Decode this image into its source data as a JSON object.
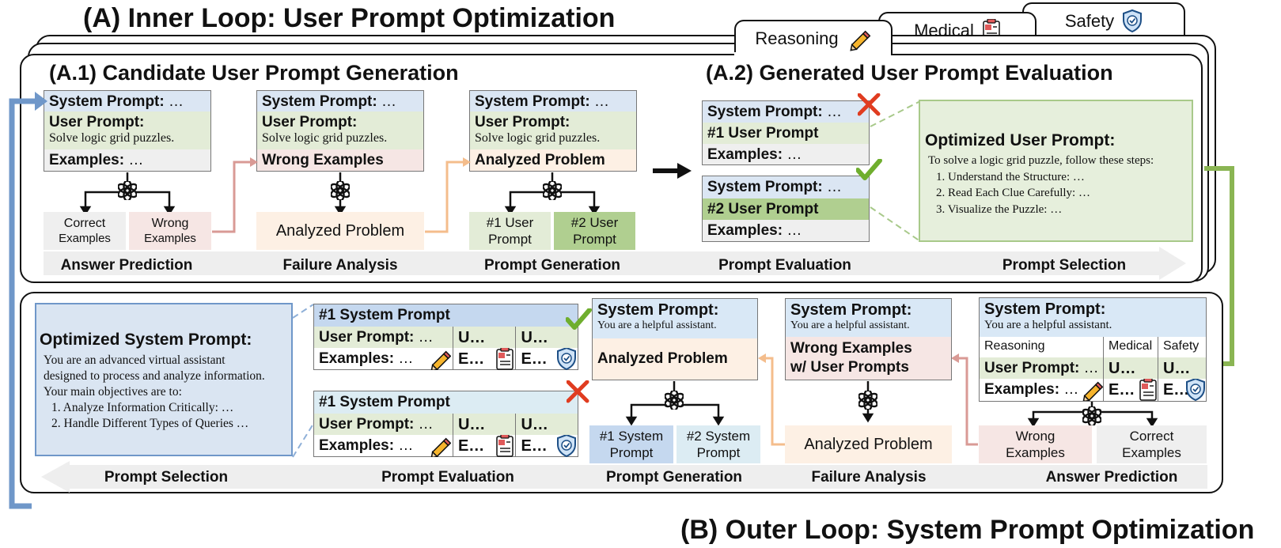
{
  "titles": {
    "inner": "(A) Inner Loop: User Prompt Optimization",
    "outer": "(B) Outer Loop: System Prompt Optimization",
    "a1": "(A.1) Candidate User Prompt Generation",
    "a2": "(A.2) Generated User Prompt Evaluation"
  },
  "tabs": [
    "Reasoning",
    "Medical",
    "Safety"
  ],
  "labels": {
    "system_prompt": "System Prompt:",
    "user_prompt": "User Prompt:",
    "examples": "Examples:",
    "ellipsis": "…",
    "puzzle": "Solve logic grid puzzles.",
    "helpful": "You are a helpful assistant.",
    "wrong_examples": "Wrong Examples",
    "analyzed_problem": "Analyzed Problem",
    "u_short": "U…",
    "e_short": "E…",
    "u_user_1": "#1 User Prompt",
    "u_user_2": "#2 User Prompt",
    "sys_1": "#1 System Prompt",
    "wrong_w_user": [
      "Wrong Examples",
      "w/ User Prompts"
    ],
    "domain_reasoning": "Reasoning",
    "domain_medical": "Medical",
    "domain_safety": "Safety"
  },
  "inner_boxes": {
    "correct": [
      "Correct",
      "Examples"
    ],
    "wrong": [
      "Wrong",
      "Examples"
    ],
    "analyzed": "Analyzed Problem",
    "u1": [
      "#1 User",
      "Prompt"
    ],
    "u2": [
      "#2 User",
      "Prompt"
    ]
  },
  "inner_stages": [
    "Answer Prediction",
    "Failure Analysis",
    "Prompt Generation",
    "Prompt Evaluation",
    "Prompt Selection"
  ],
  "optimized_user": {
    "title": "Optimized User Prompt:",
    "lines": [
      "To solve a logic grid puzzle, follow these steps:",
      "1. Understand the Structure: …",
      "2. Read Each Clue Carefully: …",
      "3. Visualize the Puzzle: …"
    ]
  },
  "outer_boxes": {
    "wrong": [
      "Wrong",
      "Examples"
    ],
    "correct": [
      "Correct",
      "Examples"
    ],
    "analyzed": "Analyzed Problem",
    "s1": [
      "#1 System",
      "Prompt"
    ],
    "s2": [
      "#2 System",
      "Prompt"
    ]
  },
  "outer_stages": [
    "Prompt Selection",
    "Prompt Evaluation",
    "Prompt Generation",
    "Failure Analysis",
    "Answer Prediction"
  ],
  "optimized_system": {
    "title": "Optimized System Prompt:",
    "lines": [
      "You are an advanced virtual assistant",
      "designed to process and analyze information.",
      "Your main objectives are to:",
      "1. Analyze Information Critically: …",
      "2. Handle Different Types of Queries …"
    ]
  },
  "colors": {
    "blue_arrow": "#6f97c9",
    "green_arrow": "#8ab553",
    "pink_arrow": "#d99a95",
    "orange_arrow": "#f4bd8c",
    "red_x": "#e03c20",
    "green_check": "#6fae2e"
  },
  "icons": [
    "openai-logo-icon",
    "pencil-icon",
    "medical-clipboard-icon",
    "shield-check-icon",
    "check-icon",
    "cross-icon"
  ]
}
